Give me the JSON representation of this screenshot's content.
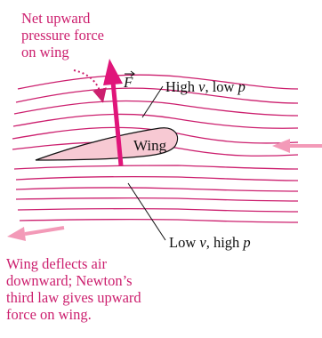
{
  "labels": {
    "net_force_caption": [
      "Net upward",
      "pressure force",
      "on wing"
    ],
    "force_symbol": "F",
    "high_v_label": "High v, low p",
    "low_v_label": "Low v, high p",
    "wing_label": "Wing",
    "deflection_caption": [
      "Wing deflects air",
      "downward;  Newton’s",
      "third law gives upward",
      "force on wing."
    ]
  },
  "colors": {
    "streamline": "#cc1f6e",
    "wing_fill": "#f7c9d3",
    "wing_stroke": "#111111",
    "force_arrow": "#e0157a",
    "flow_arrow": "#f39ab8",
    "caption_text": "#cc1f6e",
    "label_text": "#111111"
  }
}
